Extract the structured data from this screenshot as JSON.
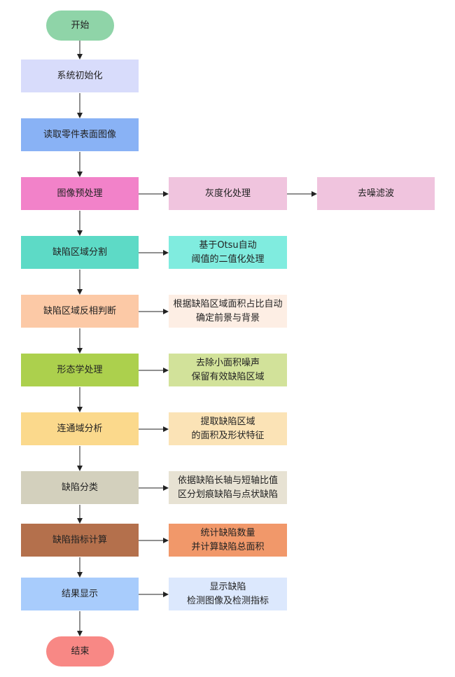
{
  "nodes": {
    "start": {
      "label": "开始",
      "color": "#8fd4a8"
    },
    "init": {
      "label": "系统初始化",
      "color": "#d8dcfb"
    },
    "read": {
      "label": "读取零件表面图像",
      "color": "#89b2f5"
    },
    "preprocess": {
      "label": "图像预处理",
      "color": "#f282c9"
    },
    "gray": {
      "label": "灰度化处理",
      "color": "#f0c4de"
    },
    "denoise": {
      "label": "去噪滤波",
      "color": "#f0c4de"
    },
    "segment": {
      "label": "缺陷区域分割",
      "color": "#5ddac6"
    },
    "otsu": {
      "label": "基于Otsu自动\n阈值的二值化处理",
      "color": "#80ecdf"
    },
    "invert": {
      "label": "缺陷区域反相判断",
      "color": "#fcc9a6"
    },
    "area_ratio": {
      "label": "根据缺陷区域面积占比自动\n确定前景与背景",
      "color": "#fdeee4"
    },
    "morph": {
      "label": "形态学处理",
      "color": "#acd04d"
    },
    "remove_noise": {
      "label": "去除小面积噪声\n保留有效缺陷区域",
      "color": "#d2e29a"
    },
    "connected": {
      "label": "连通域分析",
      "color": "#fbd98c"
    },
    "extract": {
      "label": "提取缺陷区域\n的面积及形状特征",
      "color": "#fbe3b6"
    },
    "classify": {
      "label": "缺陷分类",
      "color": "#d3d0bd"
    },
    "axis_ratio": {
      "label": "依据缺陷长轴与短轴比值\n区分划痕缺陷与点状缺陷",
      "color": "#e7e2d3"
    },
    "metrics": {
      "label": "缺陷指标计算",
      "color": "#b4704c"
    },
    "count": {
      "label": "统计缺陷数量\n并计算缺陷总面积",
      "color": "#f1986a"
    },
    "display": {
      "label": "结果显示",
      "color": "#a8ccfc"
    },
    "show": {
      "label": "显示缺陷\n检测图像及检测指标",
      "color": "#dce8fd"
    },
    "end": {
      "label": "结束",
      "color": "#f88885"
    }
  },
  "connector_color": "#222222"
}
